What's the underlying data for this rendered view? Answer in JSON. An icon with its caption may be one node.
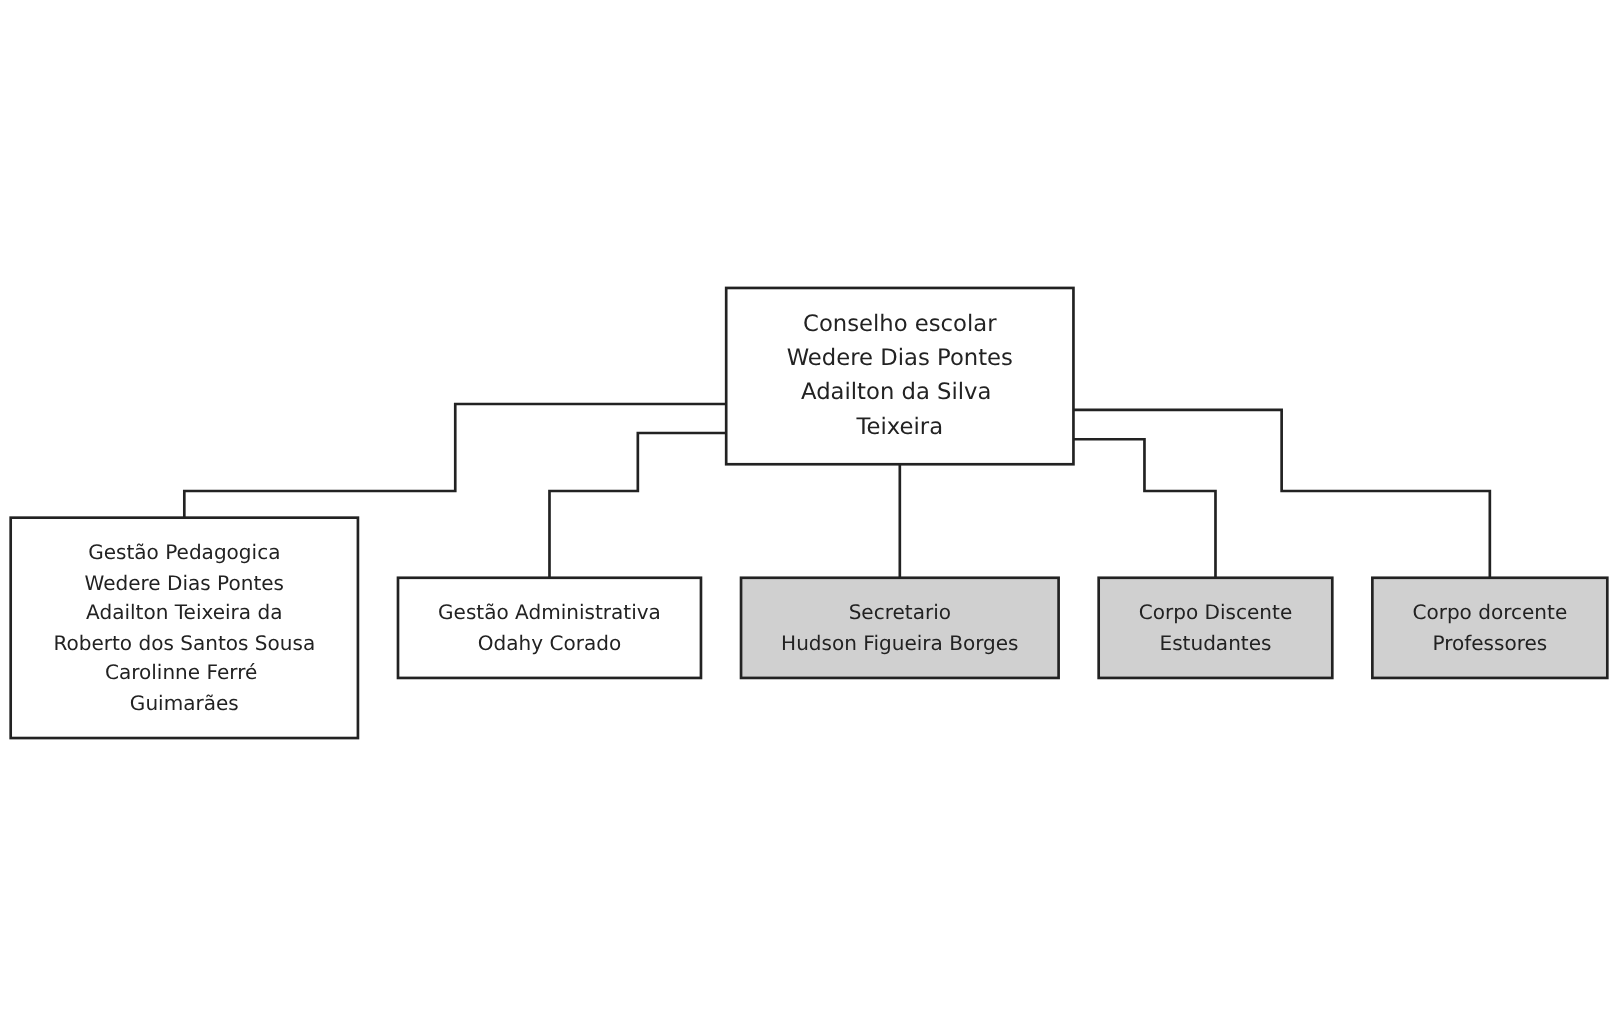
{
  "diagram": {
    "nodes": [
      {
        "text": [
          "Conselho escolar",
          "Wedere Dias Pontes",
          "Adailton da Silva Teixeira"
        ]
      },
      {
        "text": [
          "Gestão Pedagogica",
          "Wedere Dias Pontes",
          "Adailton Teixeira da",
          "Roberto dos Santos Sousa",
          "Carolinne Ferré Guimarães"
        ]
      },
      {
        "text": [
          "Gestão Administrativa",
          "Odahy Corado"
        ]
      },
      {
        "text": [
          "Secretario",
          "Hudson Figueira Borges"
        ]
      },
      {
        "text": [
          "Corpo Discente",
          "Estudantes"
        ]
      },
      {
        "text": [
          "Corpo dorcente",
          "Professores"
        ]
      }
    ],
    "edges": [
      {
        "from": 0,
        "to": 1,
        "arrow": "none"
      },
      {
        "from": 0,
        "to": 2,
        "arrow": "none"
      },
      {
        "from": 0,
        "to": 3,
        "arrow": "none"
      },
      {
        "from": 0,
        "to": 4,
        "arrow": "none"
      },
      {
        "from": 0,
        "to": 5,
        "arrow": "none"
      }
    ]
  }
}
